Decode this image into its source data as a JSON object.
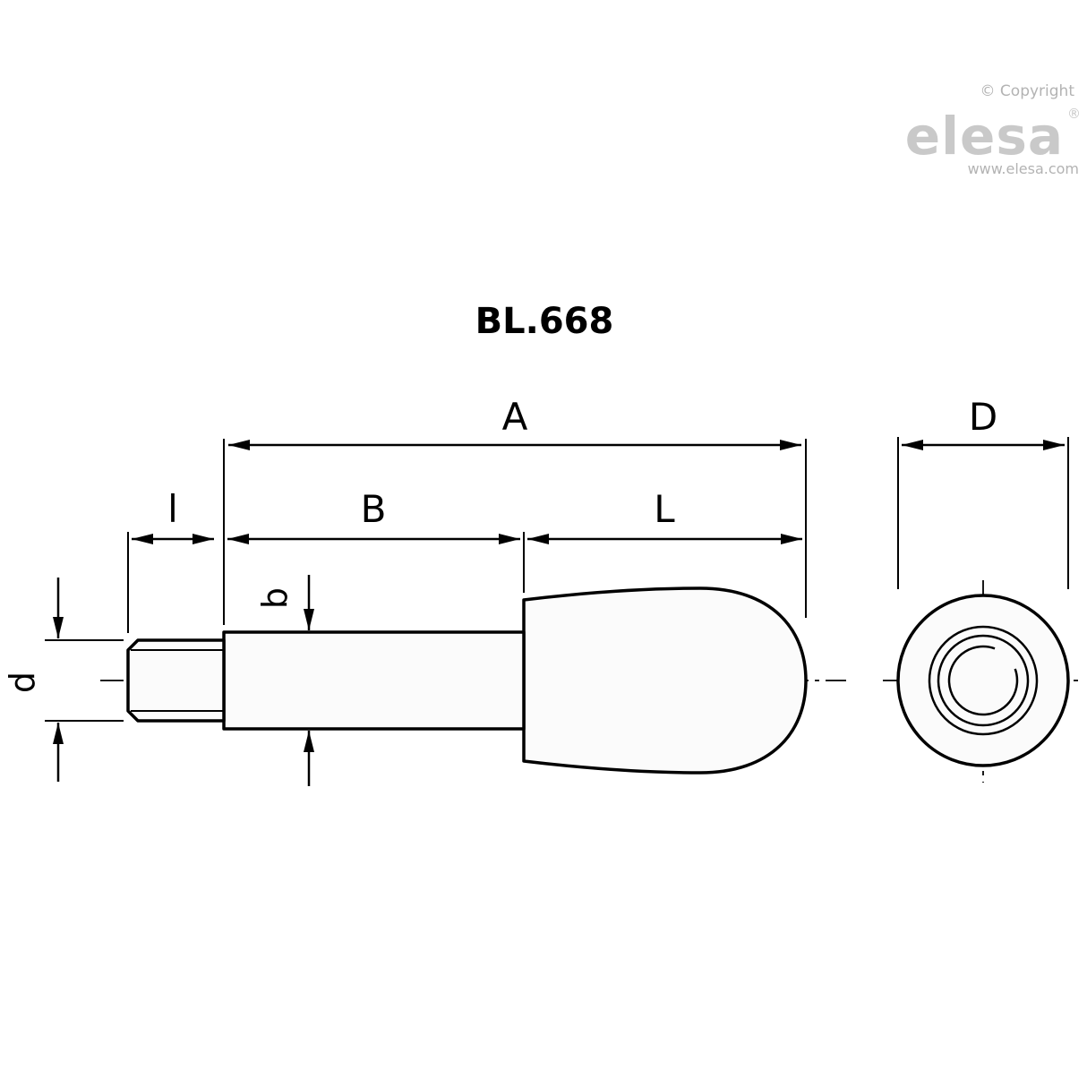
{
  "title": "BL.668",
  "branding": {
    "copyright": "© Copyright",
    "logo": "elesa",
    "registered": "®",
    "website": "www.elesa.com"
  },
  "dimensions": {
    "overall_length": "A",
    "shank_length": "B",
    "handle_length": "L",
    "thread_length": "l",
    "knob_diameter": "D",
    "shank_diameter": "b",
    "thread_diameter": "d"
  },
  "colors": {
    "line": "#000000",
    "logo_gray": "#c9c9c9",
    "fill": "#fbfbfb"
  }
}
